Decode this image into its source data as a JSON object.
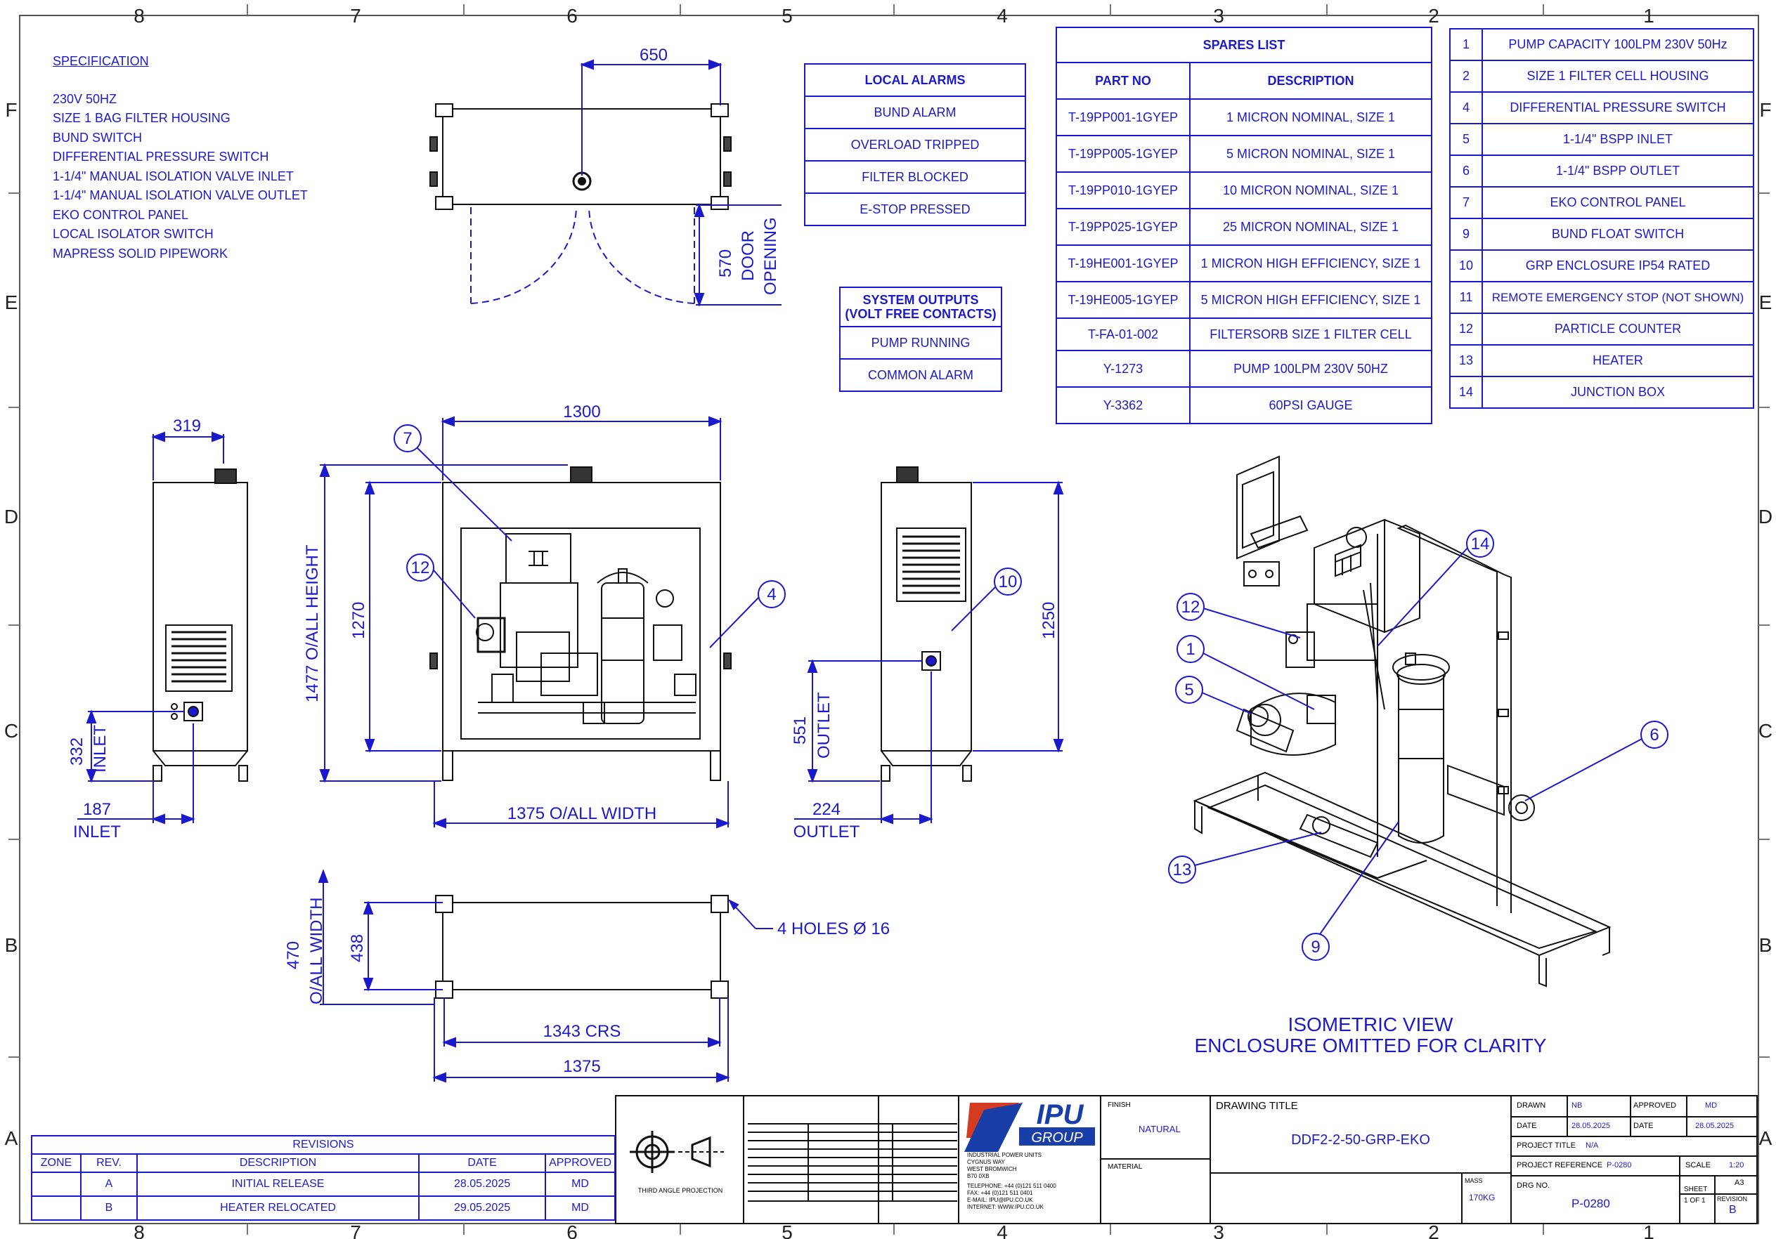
{
  "zones_h": [
    "8",
    "7",
    "6",
    "5",
    "4",
    "3",
    "2",
    "1"
  ],
  "zones_v": [
    "F",
    "E",
    "D",
    "C",
    "B",
    "A"
  ],
  "specification": {
    "title": "SPECIFICATION",
    "items": [
      "230V 50HZ",
      "SIZE 1 BAG FILTER HOUSING",
      "BUND SWITCH",
      "DIFFERENTIAL PRESSURE SWITCH",
      "1-1/4\" MANUAL ISOLATION VALVE INLET",
      "1-1/4\" MANUAL ISOLATION VALVE OUTLET",
      "EKO CONTROL PANEL",
      "LOCAL ISOLATOR SWITCH",
      "MAPRESS SOLID PIPEWORK"
    ]
  },
  "local_alarms": {
    "title": "LOCAL ALARMS",
    "items": [
      "BUND ALARM",
      "OVERLOAD TRIPPED",
      "FILTER BLOCKED",
      "E-STOP PRESSED"
    ]
  },
  "system_outputs": {
    "title_1": "SYSTEM OUTPUTS",
    "title_2": "(VOLT FREE CONTACTS)",
    "items": [
      "PUMP RUNNING",
      "COMMON ALARM"
    ]
  },
  "spares": {
    "title": "SPARES LIST",
    "col_part": "PART NO",
    "col_desc": "DESCRIPTION",
    "rows": [
      {
        "part": "T-19PP001-1GYEP",
        "desc": "1 MICRON NOMINAL, SIZE 1"
      },
      {
        "part": "T-19PP005-1GYEP",
        "desc": "5 MICRON NOMINAL, SIZE 1"
      },
      {
        "part": "T-19PP010-1GYEP",
        "desc": "10 MICRON NOMINAL, SIZE 1"
      },
      {
        "part": "T-19PP025-1GYEP",
        "desc": "25 MICRON NOMINAL, SIZE 1"
      },
      {
        "part": "T-19HE001-1GYEP",
        "desc": "1 MICRON HIGH EFFICIENCY, SIZE 1"
      },
      {
        "part": "T-19HE005-1GYEP",
        "desc": "5 MICRON HIGH EFFICIENCY, SIZE 1"
      },
      {
        "part": "T-FA-01-002",
        "desc": "FILTERSORB SIZE 1 FILTER CELL"
      },
      {
        "part": "Y-1273",
        "desc": "PUMP 100LPM 230V 50HZ"
      },
      {
        "part": "Y-3362",
        "desc": "60PSI GAUGE"
      }
    ]
  },
  "parts": [
    {
      "no": "1",
      "desc": "PUMP CAPACITY 100LPM 230V 50Hz"
    },
    {
      "no": "2",
      "desc": "SIZE 1 FILTER CELL HOUSING"
    },
    {
      "no": "4",
      "desc": "DIFFERENTIAL PRESSURE SWITCH"
    },
    {
      "no": "5",
      "desc": "1-1/4\" BSPP INLET"
    },
    {
      "no": "6",
      "desc": "1-1/4\" BSPP OUTLET"
    },
    {
      "no": "7",
      "desc": "EKO CONTROL PANEL"
    },
    {
      "no": "9",
      "desc": "BUND FLOAT SWITCH"
    },
    {
      "no": "10",
      "desc": "GRP ENCLOSURE IP54 RATED"
    },
    {
      "no": "11",
      "desc": "REMOTE EMERGENCY STOP (NOT SHOWN)"
    },
    {
      "no": "12",
      "desc": "PARTICLE COUNTER"
    },
    {
      "no": "13",
      "desc": "HEATER"
    },
    {
      "no": "14",
      "desc": "JUNCTION BOX"
    }
  ],
  "dims": {
    "top_650": "650",
    "door_570": "570",
    "door_label_1": "DOOR",
    "door_label_2": "OPENING",
    "side_319": "319",
    "front_1300": "1300",
    "height_1477": "1477 O/ALL HEIGHT",
    "height_1270": "1270",
    "height_1250": "1250",
    "inlet_332": "332",
    "inlet_word": "INLET",
    "inlet_187": "187",
    "inlet_187_label": "INLET",
    "width_1375_all": "1375 O/ALL WIDTH",
    "outlet_551": "551",
    "outlet_word": "OUTLET",
    "outlet_224": "224",
    "outlet_224_label": "OUTLET",
    "width_470": "470",
    "width_470_label": "O/ALL WIDTH",
    "width_438": "438",
    "holes": "4 HOLES Ø 16",
    "crs_1343": "1343 CRS",
    "base_1375": "1375"
  },
  "balloons": {
    "b7": "7",
    "b12": "12",
    "b4": "4",
    "b10": "10",
    "iso14": "14",
    "iso12": "12",
    "iso1": "1",
    "iso5": "5",
    "iso6": "6",
    "iso13": "13",
    "iso9": "9"
  },
  "iso_caption_1": "ISOMETRIC VIEW",
  "iso_caption_2": "ENCLOSURE OMITTED FOR CLARITY",
  "revisions": {
    "title": "REVISIONS",
    "headers": [
      "ZONE",
      "REV.",
      "DESCRIPTION",
      "DATE",
      "APPROVED"
    ],
    "rows": [
      {
        "zone": "",
        "rev": "A",
        "desc": "INITIAL RELEASE",
        "date": "28.05.2025",
        "approved": "MD"
      },
      {
        "zone": "",
        "rev": "B",
        "desc": "HEATER RELOCATED",
        "date": "29.05.2025",
        "approved": "MD"
      }
    ]
  },
  "title_block": {
    "projection": "THIRD ANGLE PROJECTION",
    "logo_top": "IPU",
    "logo_bottom": "GROUP",
    "company_1": "INDUSTRIAL POWER UNITS",
    "company_2": "CYGNUS WAY",
    "company_3": "WEST BROMWICH",
    "company_4": "B70 0XB",
    "tel": "TELEPHONE: +44 (0)121 511 0400",
    "fax": "FAX: +44 (0)121 511 0401",
    "email": "E-MAIL: IPU@IPU.CO.UK",
    "web": "INTERNET: WWW.IPU.CO.UK",
    "finish_label": "FINISH",
    "finish": "NATURAL",
    "material_label": "MATERIAL",
    "drawing_title_label": "DRAWING TITLE",
    "drawing_title": "DDF2-2-50-GRP-EKO",
    "mass_label": "MASS",
    "mass": "170KG",
    "drawn_label": "DRAWN",
    "drawn": "NB",
    "approved_label": "APPROVED",
    "approved": "MD",
    "date_label": "DATE",
    "date_drawn": "28.05.2025",
    "date_approved": "28.05.2025",
    "project_title_label": "PROJECT TITLE",
    "project_title": "N/A",
    "project_ref_label": "PROJECT REFERENCE",
    "project_ref": "P-0280",
    "scale_label": "SCALE",
    "scale": "1:20",
    "drg_label": "DRG NO.",
    "drg": "P-0280",
    "size": "A3",
    "sheet_label": "SHEET",
    "sheet": "1 OF 1",
    "revision_label": "REVISION",
    "revision": "B"
  }
}
